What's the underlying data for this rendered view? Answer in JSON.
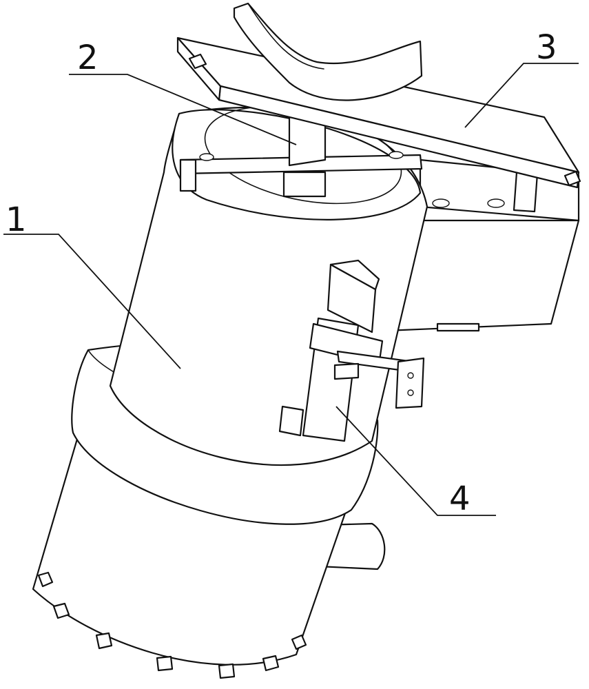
{
  "labels": {
    "label_1": "1",
    "label_2": "2",
    "label_3": "3",
    "label_4": "4"
  },
  "colors": {
    "line": "#111111",
    "background": "#ffffff"
  }
}
